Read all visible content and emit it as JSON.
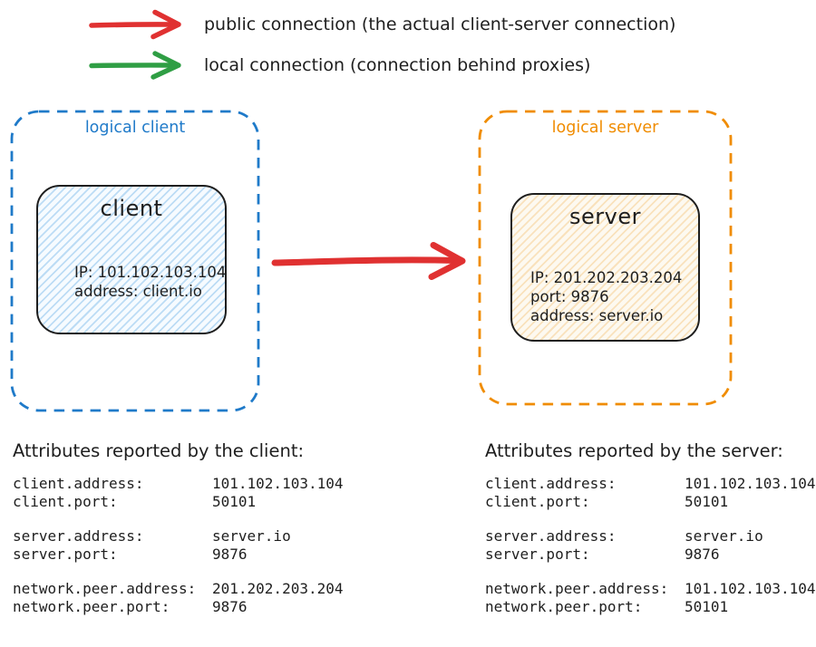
{
  "colors": {
    "public_connection": "#e03131",
    "local_connection": "#2f9e44",
    "logical_client_border": "#1f7ac9",
    "logical_server_border": "#f08c00",
    "ink": "#1e1e1e"
  },
  "legend": {
    "items": [
      {
        "icon": "red-arrow",
        "color": "#e03131",
        "label": "public connection (the actual client-server connection)"
      },
      {
        "icon": "green-arrow",
        "color": "#2f9e44",
        "label": "local connection (connection behind proxies)"
      }
    ]
  },
  "diagram": {
    "logical_client": {
      "label": "logical client",
      "node": {
        "title": "client",
        "lines": [
          "IP: 101.102.103.104",
          "address: client.io"
        ]
      }
    },
    "logical_server": {
      "label": "logical server",
      "node": {
        "title": "server",
        "lines": [
          "IP: 201.202.203.204",
          "port: 9876",
          "address: server.io"
        ]
      }
    },
    "connection": {
      "type": "public",
      "from": "client",
      "to": "server",
      "color": "#e03131"
    }
  },
  "attributes_client": {
    "heading": "Attributes reported by the client:",
    "rows": [
      {
        "key": "client.address:",
        "value": "101.102.103.104"
      },
      {
        "key": "client.port:",
        "value": "50101"
      },
      {
        "key": "server.address:",
        "value": "server.io"
      },
      {
        "key": "server.port:",
        "value": "9876"
      },
      {
        "key": "network.peer.address:",
        "value": "201.202.203.204"
      },
      {
        "key": "network.peer.port:",
        "value": "9876"
      }
    ]
  },
  "attributes_server": {
    "heading": "Attributes reported by the server:",
    "rows": [
      {
        "key": "client.address:",
        "value": "101.102.103.104"
      },
      {
        "key": "client.port:",
        "value": "50101"
      },
      {
        "key": "server.address:",
        "value": "server.io"
      },
      {
        "key": "server.port:",
        "value": "9876"
      },
      {
        "key": "network.peer.address:",
        "value": "101.102.103.104"
      },
      {
        "key": "network.peer.port:",
        "value": "50101"
      }
    ]
  }
}
